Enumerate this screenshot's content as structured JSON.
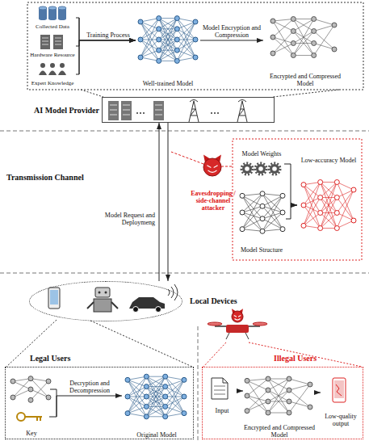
{
  "diagram": {
    "nodes": [
      {
        "text": [
          "AI Model Provider"
        ]
      },
      {
        "text": [
          "Collected Data"
        ]
      },
      {
        "text": [
          "Hardware Resource"
        ]
      },
      {
        "text": [
          "Expert Knowledge"
        ]
      },
      {
        "text": [
          "Well-trained Model"
        ]
      },
      {
        "text": [
          "Encrypted and Compressed Model"
        ]
      },
      {
        "text": [
          "Eavesdropping / side-channel attacker"
        ]
      },
      {
        "text": [
          "Model Weights"
        ]
      },
      {
        "text": [
          "Model Structure"
        ]
      },
      {
        "text": [
          "Low-accuracy Model"
        ]
      },
      {
        "text": [
          "Local Devices"
        ]
      },
      {
        "text": [
          "Legal Users"
        ]
      },
      {
        "text": [
          "Illegal Users"
        ]
      },
      {
        "text": [
          "Key"
        ],
        "in": 11
      },
      {
        "text": [
          "Original Model"
        ],
        "in": 11
      },
      {
        "text": [
          "Input"
        ],
        "in": 12
      },
      {
        "text": [
          "Encrypted and Compressed Model"
        ],
        "in": 12
      },
      {
        "text": [
          "Low-quality output"
        ],
        "in": 12
      }
    ],
    "edges": [
      {
        "from": 1,
        "to": 4,
        "arrow": "to"
      },
      {
        "from": 2,
        "to": 4,
        "label": "Training Process",
        "arrow": "to"
      },
      {
        "from": 3,
        "to": 4,
        "arrow": "to"
      },
      {
        "from": 4,
        "to": 5,
        "label": "Model Encryption and Compression",
        "arrow": "to"
      },
      {
        "from": 10,
        "to": 0,
        "label": "Model Request and Deploymeng",
        "arrow": "to"
      },
      {
        "from": 0,
        "to": 10,
        "arrow": "to"
      },
      {
        "from": 7,
        "to": 9,
        "arrow": "to"
      },
      {
        "from": 8,
        "to": 9,
        "arrow": "to"
      },
      {
        "from": 13,
        "to": 14,
        "label": "Decryption and Decompression",
        "arrow": "to"
      },
      {
        "from": 15,
        "to": 16,
        "arrow": "to"
      },
      {
        "from": 16,
        "to": 17,
        "arrow": "to"
      }
    ],
    "labels": [
      "Transmission Channel"
    ]
  }
}
